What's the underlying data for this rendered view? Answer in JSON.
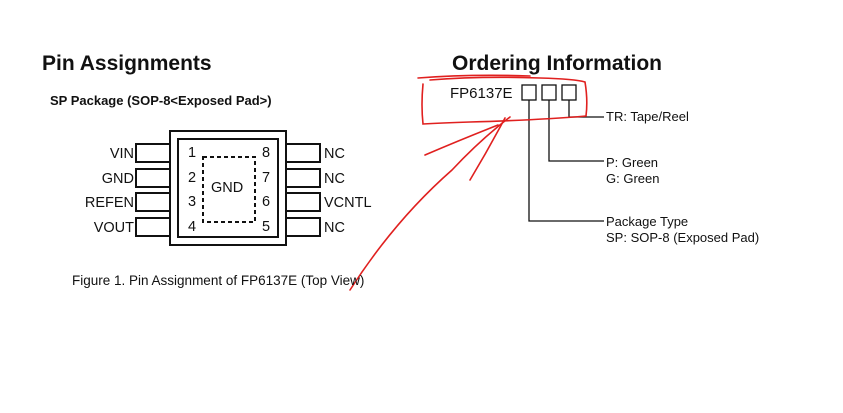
{
  "pin_assignments": {
    "title": "Pin Assignments",
    "package": "SP Package (SOP-8<Exposed Pad>)",
    "exposed_pad_label": "GND",
    "left_pins": [
      {
        "number": "1",
        "name": "VIN"
      },
      {
        "number": "2",
        "name": "GND"
      },
      {
        "number": "3",
        "name": "REFEN"
      },
      {
        "number": "4",
        "name": "VOUT"
      }
    ],
    "right_pins": [
      {
        "number": "8",
        "name": "NC"
      },
      {
        "number": "7",
        "name": "NC"
      },
      {
        "number": "6",
        "name": "VCNTL"
      },
      {
        "number": "5",
        "name": "NC"
      }
    ],
    "caption": "Figure 1. Pin Assignment of FP6137E (Top View)"
  },
  "ordering_information": {
    "title": "Ordering Information",
    "part_number": "FP6137E",
    "fields": {
      "tape_reel": "TR: Tape/Reel",
      "green_p": "P: Green",
      "green_g": "G: Green",
      "package_type": "Package Type",
      "package_sp": "SP: SOP-8 (Exposed Pad)"
    }
  },
  "colors": {
    "annotation": "#e0201f",
    "line": "#111111"
  }
}
